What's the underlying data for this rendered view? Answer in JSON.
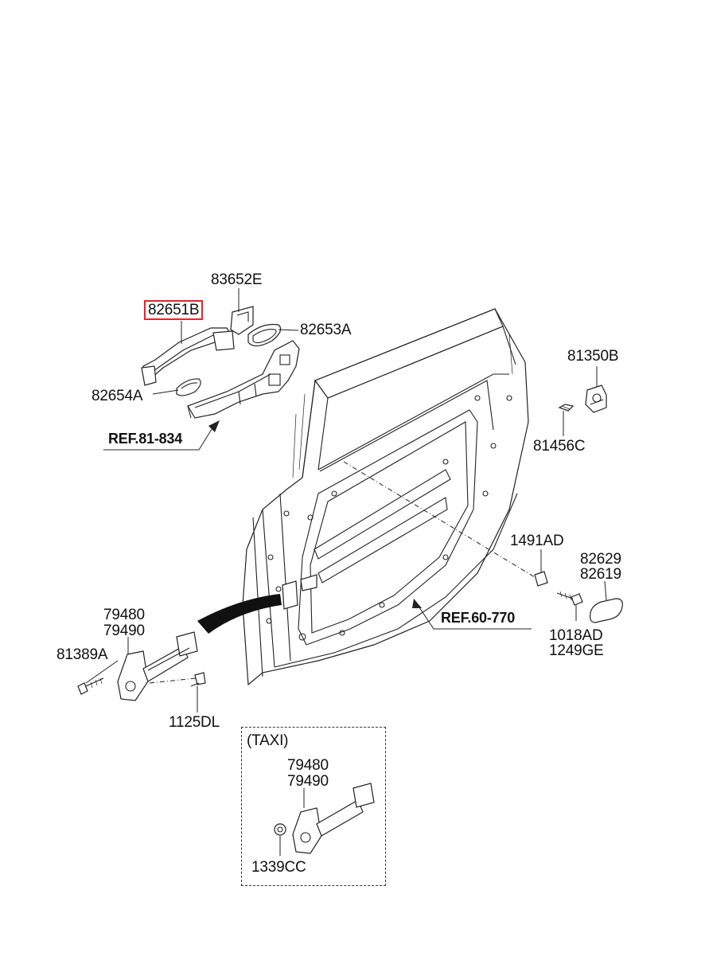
{
  "labels": {
    "p83652E": "83652E",
    "p82651B": "82651B",
    "p82653A": "82653A",
    "p82654A": "82654A",
    "ref81_834": "REF.81-834",
    "p81350B": "81350B",
    "p81456C": "81456C",
    "p1491AD": "1491AD",
    "p82629": "82629",
    "p82619": "82619",
    "ref60_770": "REF.60-770",
    "p1018AD": "1018AD",
    "p1249GE": "1249GE",
    "p79480": "79480",
    "p79490": "79490",
    "p81389A": "81389A",
    "p1125DL": "1125DL",
    "taxi": "(TAXI)",
    "taxi79480": "79480",
    "taxi79490": "79490",
    "p1339CC": "1339CC"
  },
  "highlight": {
    "part": "82651B",
    "color": "#e0262a"
  }
}
